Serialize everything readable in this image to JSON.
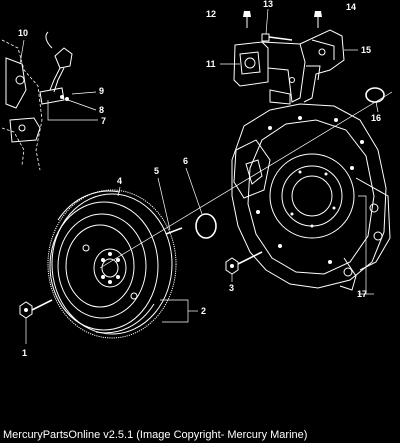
{
  "callouts": [
    {
      "id": "callout-1",
      "text": "1"
    },
    {
      "id": "callout-2",
      "text": "2"
    },
    {
      "id": "callout-3",
      "text": "3"
    },
    {
      "id": "callout-4",
      "text": "4"
    },
    {
      "id": "callout-5",
      "text": "5"
    },
    {
      "id": "callout-6",
      "text": "6"
    },
    {
      "id": "callout-7",
      "text": "7"
    },
    {
      "id": "callout-8",
      "text": "8"
    },
    {
      "id": "callout-9",
      "text": "9"
    },
    {
      "id": "callout-10",
      "text": "10"
    },
    {
      "id": "callout-11",
      "text": "11"
    },
    {
      "id": "callout-12",
      "text": "12"
    },
    {
      "id": "callout-13",
      "text": "13"
    },
    {
      "id": "callout-14",
      "text": "14"
    },
    {
      "id": "callout-15",
      "text": "15"
    },
    {
      "id": "callout-16",
      "text": "16"
    },
    {
      "id": "callout-17",
      "text": "17"
    }
  ],
  "footer": {
    "caption": "MercuryPartsOnline v2.5.1 (Image Copyright- Mercury Marine)"
  },
  "colors": {
    "background": "#000000",
    "line": "#ffffff"
  }
}
